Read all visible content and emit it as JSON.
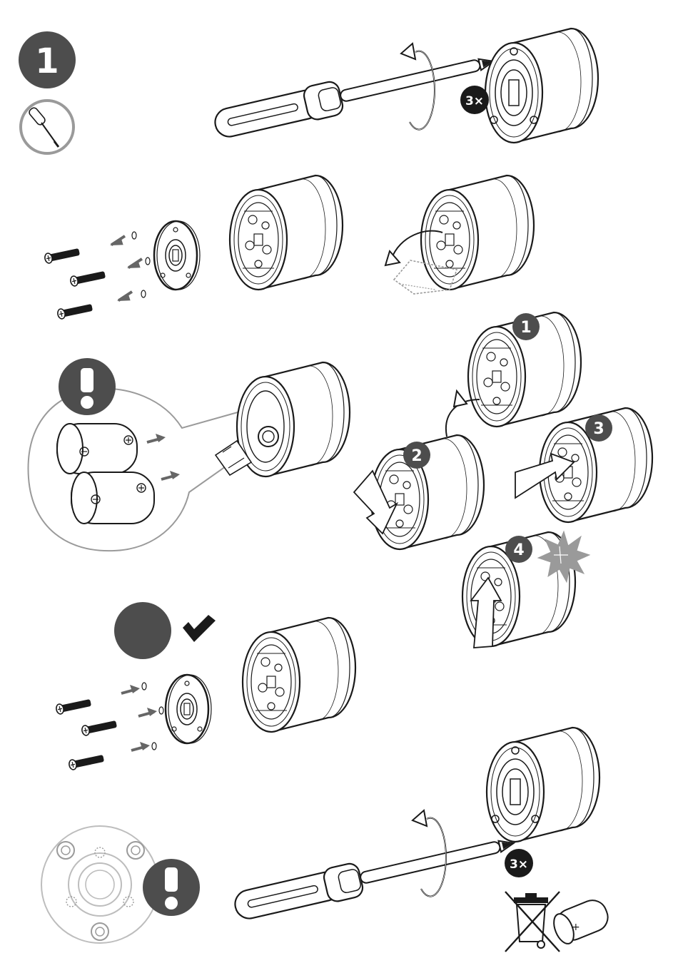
{
  "step": {
    "number": "1"
  },
  "labels": {
    "screws_top": "3×",
    "screws_bottom": "3×",
    "sub_step_1": "1",
    "sub_step_2": "2",
    "sub_step_3": "3",
    "sub_step_4": "4",
    "battery_plus": "+"
  },
  "colors": {
    "badge": "#4d4d4d",
    "line": "#1a1a1a",
    "arrow": "#666666",
    "light_line": "#9a9a9a"
  },
  "icons": [
    "screwdriver-tool-icon",
    "warning-icon",
    "check-icon",
    "weee-no-trash-icon",
    "battery-icon",
    "pressure-burst-icon"
  ]
}
